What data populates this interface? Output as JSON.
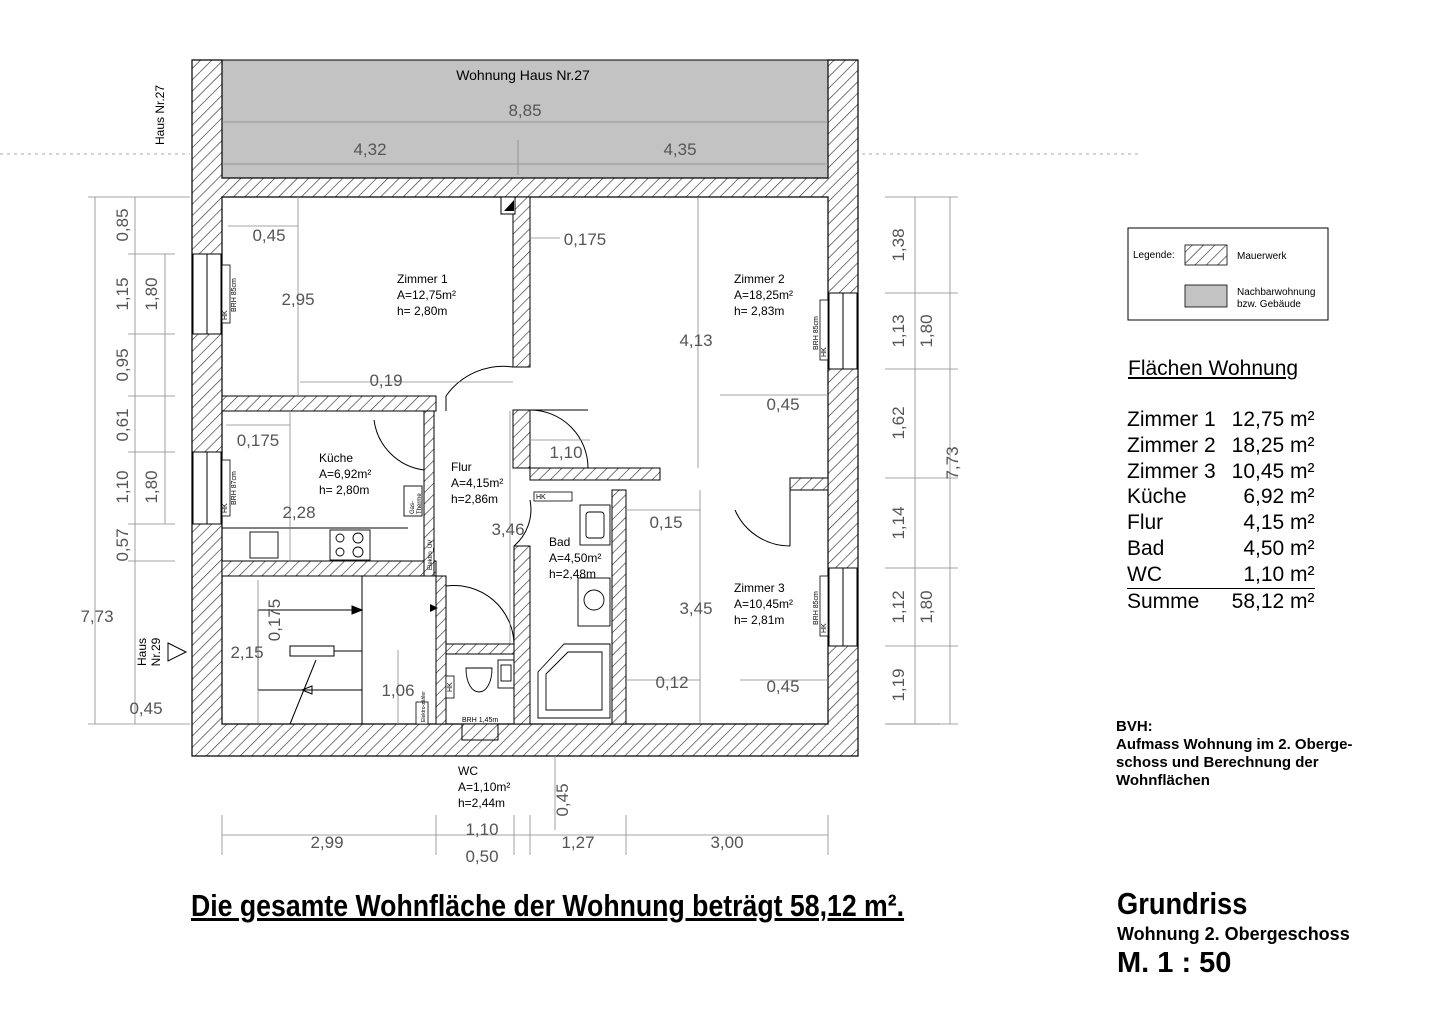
{
  "neighbor": {
    "label": "Wohnung Haus Nr.27",
    "house_top": "Haus Nr.27",
    "house_side_line1": "Haus",
    "house_side_line2": "Nr.29"
  },
  "rooms": {
    "zimmer1": {
      "name": "Zimmer 1",
      "area": "A=12,75m²",
      "height": "h=  2,80m"
    },
    "zimmer2": {
      "name": "Zimmer 2",
      "area": "A=18,25m²",
      "height": "h=  2,83m"
    },
    "zimmer3": {
      "name": "Zimmer 3",
      "area": "A=10,45m²",
      "height": "h=  2,81m"
    },
    "kueche": {
      "name": "Küche",
      "area": "A=6,92m²",
      "height": "h=  2,80m"
    },
    "flur": {
      "name": "Flur",
      "area": "A=4,15m²",
      "height": "h=2,86m"
    },
    "bad": {
      "name": "Bad",
      "area": "A=4,50m²",
      "height": "h=2,48m"
    },
    "wc": {
      "name": "WC",
      "area": "A=1,10m²",
      "height": "h=2,44m"
    }
  },
  "fixtures": {
    "hk": "HK",
    "brh_85": "BRH 85cm",
    "brh_87": "BRH 87cm",
    "brh_145": "BRH 1,45m",
    "gas_line1": "Gas-",
    "gas_line2": "Therme",
    "elektro": "Elektro_UV",
    "elektro_zaehler": "Elektro-zähler"
  },
  "dimensions": {
    "top_total": "8,85",
    "top_left": "4,32",
    "top_right": "4,35",
    "left_outer": "7,73",
    "left_col1": [
      "0,85",
      "1,15",
      "0,95",
      "0,61",
      "1,10",
      "0,57"
    ],
    "left_col2": [
      "1,80",
      "1,80"
    ],
    "left_bottom": "0,45",
    "right_outer": "7,73",
    "right_col1": [
      "1,38",
      "1,13",
      "1,62",
      "1,14",
      "1,12",
      "1,19"
    ],
    "right_col2": [
      "1,80",
      "1,80"
    ],
    "bottom": [
      "2,99",
      "1,10",
      "0,50",
      "1,27",
      "3,00"
    ],
    "bottom_vertical": "0,45",
    "inner": {
      "z1_045": "0,45",
      "z1_295": "2,95",
      "z1_019": "0,19",
      "z1_0175": "0,175",
      "k_0175": "0,175",
      "k_228": "2,28",
      "f_346": "3,46",
      "f_110": "1,10",
      "z2_413": "4,13",
      "z2_045": "0,45",
      "z3_015": "0,15",
      "z3_345": "3,45",
      "z3_012": "0,12",
      "z3_045": "0,45",
      "st_0175": "0,175",
      "st_215": "2,15",
      "st_106": "1,06"
    }
  },
  "legend": {
    "label": "Legende:",
    "items": [
      {
        "text": "Mauerwerk"
      },
      {
        "text_line1": "Nachbarwohnung",
        "text_line2": "bzw. Gebäude",
        "color": "#c3c3c3"
      }
    ]
  },
  "summary": {
    "title": "Flächen Wohnung",
    "rows": [
      {
        "name": "Zimmer 1",
        "value": "12,75 m²"
      },
      {
        "name": "Zimmer 2",
        "value": "18,25 m²"
      },
      {
        "name": "Zimmer 3",
        "value": "10,45 m²"
      },
      {
        "name": "Küche",
        "value": "6,92 m²"
      },
      {
        "name": "Flur",
        "value": "4,15 m²"
      },
      {
        "name": "Bad",
        "value": "4,50 m²"
      },
      {
        "name": "WC",
        "value": "1,10 m²"
      }
    ],
    "total": {
      "name": "Summe",
      "value": "58,12 m²"
    }
  },
  "bvh": {
    "heading": "BVH:",
    "line1": "Aufmass Wohnung im 2. Oberge-",
    "line2": "schoss und Berechnung der",
    "line3": "Wohnflächen"
  },
  "total_statement": "Die gesamte Wohnfläche der Wohnung beträgt 58,12 m².",
  "title_block": {
    "title": "Grundriss",
    "subtitle": "Wohnung 2. Obergeschoss",
    "scale": "M.  1 : 50"
  }
}
